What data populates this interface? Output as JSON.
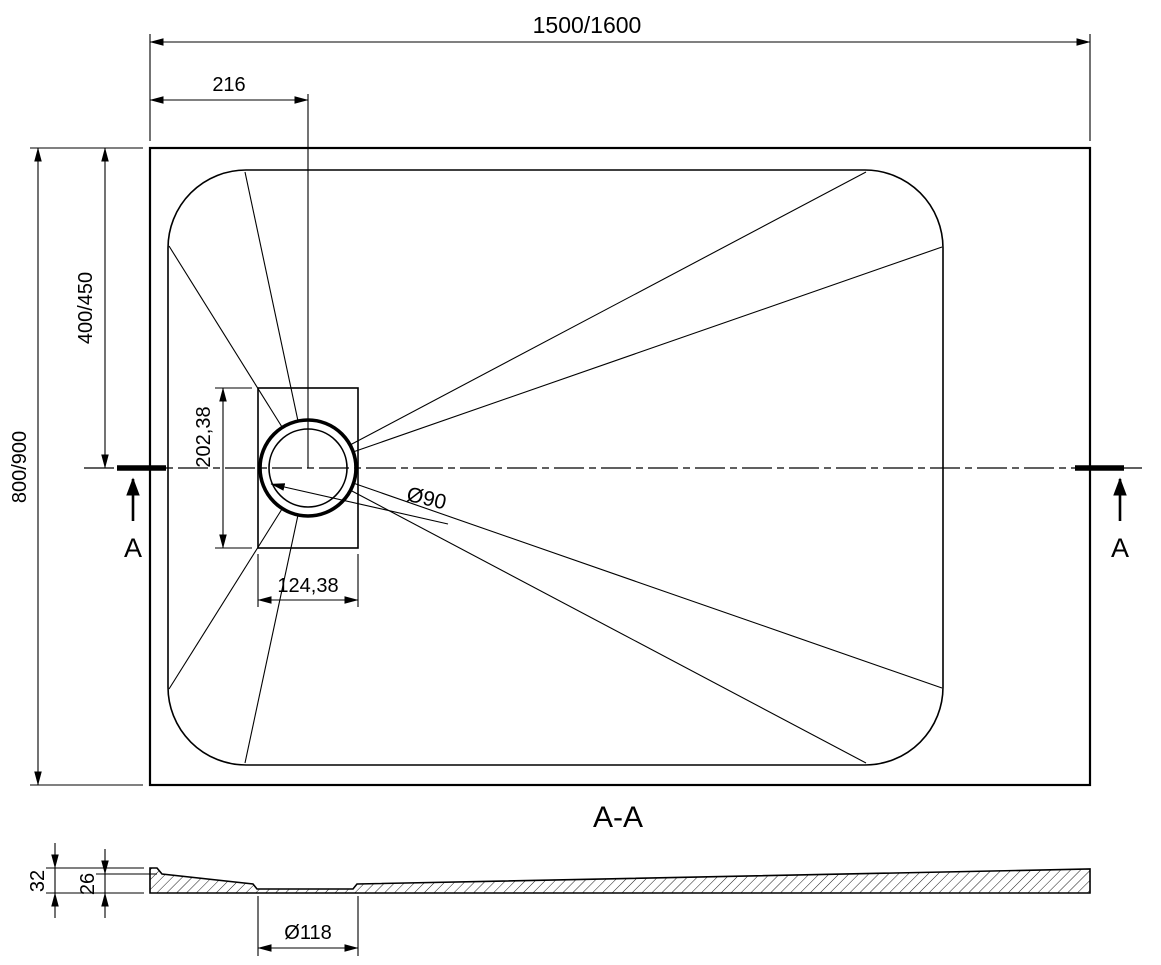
{
  "colors": {
    "ink": "#000000",
    "background": "#ffffff"
  },
  "top_view": {
    "dim_width": "1500/1600",
    "dim_drain_offset": "216",
    "dim_center_depth": "400/450",
    "dim_depth": "800/900",
    "dim_drain_box_height": "202,38",
    "dim_drain_box_width": "124,38",
    "dim_drain_diameter": "Ø90",
    "section_marker_left": "A",
    "section_marker_right": "A"
  },
  "section_view": {
    "title": "A-A",
    "dim_edge_height": "32",
    "dim_body_height": "26",
    "dim_drain_hole": "Ø118"
  }
}
